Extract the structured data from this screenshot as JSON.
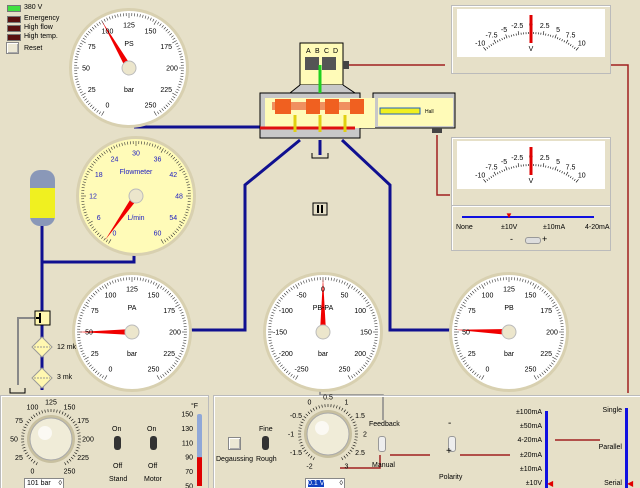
{
  "status": {
    "items": [
      {
        "label": "380 V",
        "color": "#40e040"
      },
      {
        "label": "Emergency",
        "color": "#5a1010"
      },
      {
        "label": "High flow",
        "color": "#5a1010"
      },
      {
        "label": "High temp.",
        "color": "#5a1010"
      }
    ],
    "reset_label": "Reset"
  },
  "gauges": [
    {
      "id": "ps",
      "title": "PS",
      "unit": "bar",
      "min": 0,
      "max": 250,
      "ticks": [
        "0",
        "25",
        "50",
        "75",
        "100",
        "125",
        "150",
        "175",
        "200",
        "225",
        "250"
      ],
      "value": 100,
      "face": "#ffffff",
      "textcolor": "#000"
    },
    {
      "id": "flow",
      "title": "Flowmeter",
      "unit": "L/min",
      "min": 0,
      "max": 60,
      "ticks": [
        "0",
        "6",
        "12",
        "18",
        "24",
        "30",
        "36",
        "42",
        "48",
        "54",
        "60"
      ],
      "value": 1,
      "face": "#fffbb8",
      "textcolor": "#2020c0"
    },
    {
      "id": "pa",
      "title": "PA",
      "unit": "bar",
      "min": 0,
      "max": 250,
      "ticks": [
        "0",
        "25",
        "50",
        "75",
        "100",
        "125",
        "150",
        "175",
        "200",
        "225",
        "250"
      ],
      "value": 50,
      "face": "#ffffff",
      "textcolor": "#000"
    },
    {
      "id": "pbpa",
      "title": "PB-PA",
      "unit": "bar",
      "min": -250,
      "max": 250,
      "ticks": [
        "-250",
        "-200",
        "-150",
        "-100",
        "-50",
        "0",
        "50",
        "100",
        "150",
        "200",
        "250"
      ],
      "value": 0,
      "face": "#ffffff",
      "textcolor": "#000"
    },
    {
      "id": "pb",
      "title": "PB",
      "unit": "bar",
      "min": 0,
      "max": 250,
      "ticks": [
        "0",
        "25",
        "50",
        "75",
        "100",
        "125",
        "150",
        "175",
        "200",
        "225",
        "250"
      ],
      "value": 52,
      "face": "#ffffff",
      "textcolor": "#000"
    }
  ],
  "voltmeters": [
    {
      "unit": "V",
      "ticks": [
        "-10",
        "-7.5",
        "-5",
        "-2.5",
        "0",
        "2.5",
        "5",
        "7.5",
        "10"
      ],
      "value": 0
    },
    {
      "unit": "V",
      "ticks": [
        "-10",
        "-7.5",
        "-5",
        "-2.5",
        "0",
        "2.5",
        "5",
        "7.5",
        "10"
      ],
      "value": 0
    }
  ],
  "signal_selector": {
    "options": [
      "None",
      "±10V",
      "±10mA",
      "4-20mA"
    ],
    "selected": 1,
    "minus": "-",
    "plus": "+"
  },
  "valve": {
    "coil_labels": [
      "A",
      "B",
      "C",
      "D"
    ],
    "sensor_label": "Hall"
  },
  "filters": [
    {
      "label": "12 mk"
    },
    {
      "label": "3 mk"
    }
  ],
  "pump": {
    "knob_ticks": [
      "0",
      "25",
      "50",
      "75",
      "100",
      "125",
      "150",
      "175",
      "200",
      "225",
      "250"
    ],
    "value_text": "101 bar",
    "stand": {
      "on": "On",
      "off": "Off",
      "label": "Stand"
    },
    "motor": {
      "on": "On",
      "off": "Off",
      "label": "Motor"
    },
    "temp_ticks": [
      "50",
      "70",
      "90",
      "110",
      "130",
      "150"
    ],
    "temp_value": 90,
    "temp_unit": "°F"
  },
  "control": {
    "degaussing_label": "Degaussing",
    "fine": "Fine",
    "rough": "Rough",
    "knob_ticks": [
      "-2",
      "-1.5",
      "-1",
      "-0.5",
      "0",
      "0.5",
      "1",
      "1.5",
      "2",
      "2.5",
      "3"
    ],
    "value_text": "0.1 V",
    "feedback": "Feedback",
    "manual": "Manual",
    "polarity_minus": "-",
    "polarity_plus": "+",
    "polarity_label": "Polarity",
    "range_options": [
      "±100mA",
      "±50mA",
      "4-20mA",
      "±20mA",
      "±10mA",
      "±10V"
    ],
    "range_selected": 5,
    "coil_options": [
      "Single",
      "Parallel",
      "Serial"
    ],
    "coil_selected": 2
  }
}
